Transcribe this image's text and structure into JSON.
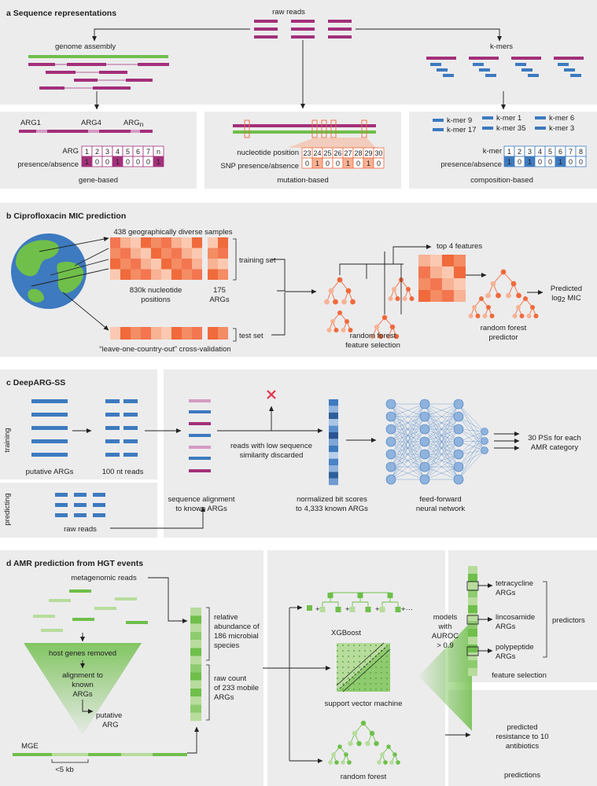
{
  "panel_a": {
    "title": "a Sequence representations",
    "raw_reads": "raw reads",
    "genome_assembly": "genome assembly",
    "kmers": "k-mers",
    "arg_labels": [
      "ARG1",
      "ARG4",
      "ARG"
    ],
    "arg_n_sub": "n",
    "arg_row_label": "ARG",
    "arg_indices": [
      "1",
      "2",
      "3",
      "4",
      "5",
      "6",
      "7",
      "n"
    ],
    "presence_label": "presence/absence",
    "arg_presence": [
      "1",
      "0",
      "0",
      "1",
      "0",
      "0",
      "0",
      "1"
    ],
    "gene_based": "gene-based",
    "nucleotide_position_label": "nucleotide position",
    "nucleotide_positions": [
      "23",
      "24",
      "25",
      "26",
      "27",
      "28",
      "29",
      "30"
    ],
    "snp_label": "SNP presence/absence",
    "snp_presence": [
      "0",
      "1",
      "0",
      "0",
      "1",
      "0",
      "1",
      "0"
    ],
    "mutation_based": "mutation-based",
    "kmer_names": [
      "k-mer 9",
      "k-mer 1",
      "k-mer 6",
      "k-mer 17",
      "k-mer 35",
      "k-mer 3"
    ],
    "kmer_row_label": "k-mer",
    "kmer_indices": [
      "1",
      "2",
      "3",
      "4",
      "5",
      "6",
      "7",
      "8"
    ],
    "kmer_presence": [
      "1",
      "0",
      "1",
      "0",
      "0",
      "1",
      "0",
      "0"
    ],
    "composition_based": "composition-based"
  },
  "panel_b": {
    "title": "b Ciprofloxacin MIC prediction",
    "samples": "438 geographically diverse samples",
    "training_set": "training set",
    "test_set": "test set",
    "positions_line1": "830k nucleotide",
    "positions_line2": "positions",
    "args_line1": "175",
    "args_line2": "ARGs",
    "cv": "“leave-one-country-out” cross-validation",
    "top4": "top 4 features",
    "rf_fs_line1": "random forest",
    "rf_fs_line2": "feature selection",
    "rf_pred_line1": "random forest",
    "rf_pred_line2": "predictor",
    "predicted_line1": "Predicted",
    "predicted_line2": "log",
    "predicted_sub": "2",
    "predicted_tail": " MIC"
  },
  "panel_c": {
    "title": "c DeepARG-SS",
    "training": "training",
    "predicting": "predicting",
    "putative_args": "putative ARGs",
    "nt_reads": "100 nt reads",
    "raw_reads": "raw reads",
    "align_line1": "sequence alignment",
    "align_line2": "to known ARGs",
    "discard_line1": "reads with low sequence",
    "discard_line2": "similarity discarded",
    "bit_line1": "normalized bit scores",
    "bit_line2": "to 4,333 known ARGs",
    "ffnn_line1": "feed-forward",
    "ffnn_line2": "neural network",
    "out_line1": "30 PSs for each",
    "out_line2": "AMR category"
  },
  "panel_d": {
    "title": "d AMR prediction from HGT events",
    "metagenomic_reads": "metagenomic reads",
    "host_removed": "host genes removed",
    "align_line1": "alignment to",
    "align_line2": "known",
    "align_line3": "ARGs",
    "putative_line1": "putative",
    "putative_line2": "ARG",
    "mge": "MGE",
    "kb": "<5 kb",
    "rel_line1": "relative",
    "rel_line2": "abundance of",
    "rel_line3": "186 microbial",
    "rel_line4": "species",
    "raw_line1": "raw count",
    "raw_line2": "of 233 mobile",
    "raw_line3": "ARGs",
    "xgboost": "XGBoost",
    "svm": "support vector machine",
    "rf": "random forest",
    "models_line1": "models",
    "models_line2": "with",
    "models_line3": "AUROC",
    "models_line4": "> 0.9",
    "tet_line1": "tetracycline",
    "tet_line2": "ARGs",
    "lin_line1": "lincosamide",
    "lin_line2": "ARGs",
    "poly_line1": "polypeptide",
    "poly_line2": "ARGs",
    "predictors": "predictors",
    "feature_selection": "feature selection",
    "pred_line1": "predicted",
    "pred_line2": "resistance to 10",
    "pred_line3": "antibiotics",
    "predictions": "predictions"
  },
  "colors": {
    "panel_bg": "#ececed",
    "magenta": "#a3307a",
    "magenta_light": "#d39cc3",
    "blue": "#3d7abf",
    "blue_light": "#8fb3dd",
    "green": "#6fbf4a",
    "green_light": "#b7dc9c",
    "orange": "#f06a3c",
    "orange_light": "#f8b294",
    "red_x": "#e0364e"
  }
}
